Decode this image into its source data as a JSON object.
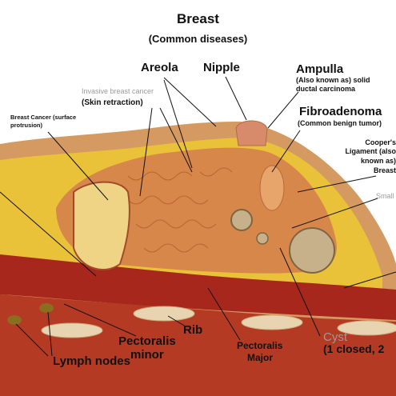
{
  "title": "Breast",
  "subtitle": "(Common diseases)",
  "labels": {
    "areola": "Areola",
    "nipple": "Nipple",
    "ampulla": "Ampulla",
    "ampulla_note_1": "(Also known as) solid",
    "ampulla_note_2": "ductal carcinoma",
    "invasive": "Invasive breast cancer",
    "skin_retraction": "(Skin retraction)",
    "fibroadenoma": "Fibroadenoma",
    "fibroadenoma_note": "(Common benign tumor)",
    "surface_1": "Breast Cancer (surface",
    "surface_2": "protrusion)",
    "coopers_1": "Cooper's",
    "coopers_2": "Ligament (also",
    "coopers_3": "known as)",
    "coopers_4": "Breast",
    "small": "Small",
    "rib": "Rib",
    "pectoralis_minor_1": "Pectoralis",
    "pectoralis_minor_2": "minor",
    "pectoralis_major_1": "Pectoralis",
    "pectoralis_major_2": "Major",
    "cyst": "Cyst",
    "cyst_note": "(1 closed, 2",
    "lymph": "Lymph nodes"
  },
  "colors": {
    "skin": "#d59a62",
    "gland": "#d8874a",
    "fat": "#e9c23a",
    "muscle": "#a8271c",
    "rib": "#e8d4b0",
    "leader": "#111111"
  }
}
